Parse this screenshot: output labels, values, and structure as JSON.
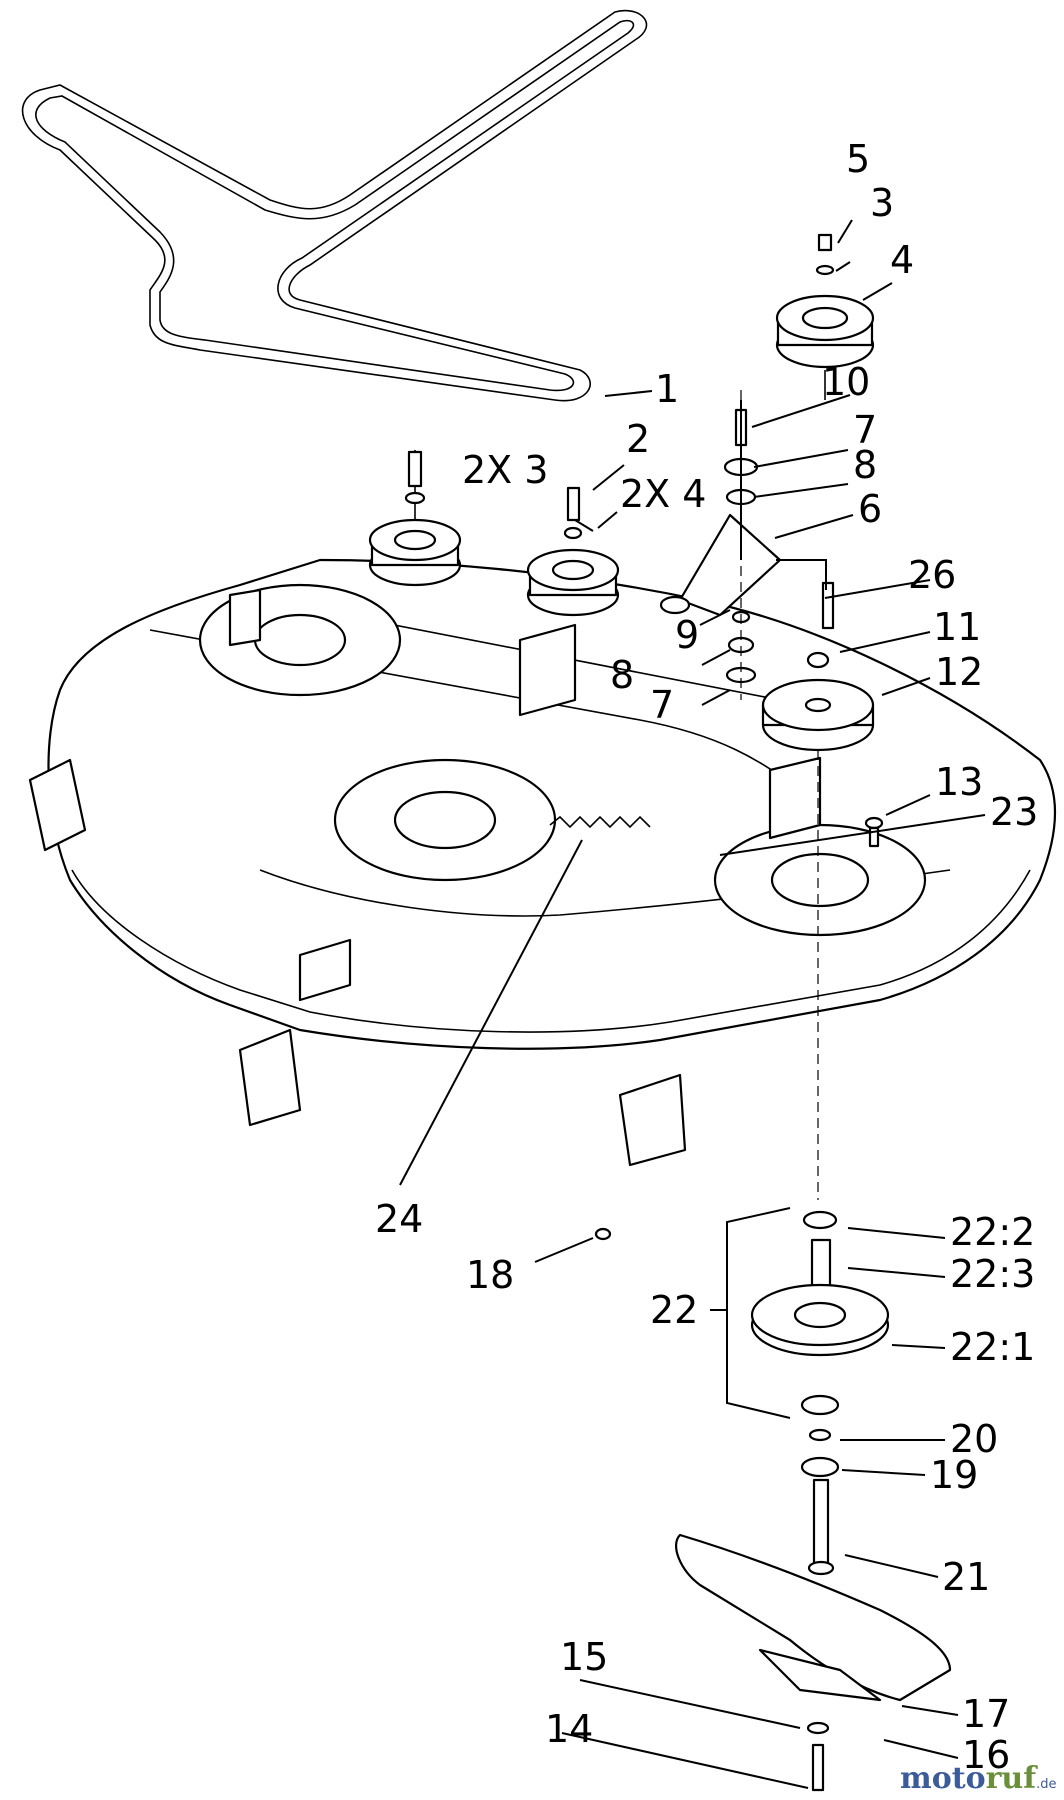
{
  "labels": {
    "p1": "1",
    "p2": "2",
    "p2x3": "2X 3",
    "p2x4": "2X 4",
    "p3": "3",
    "p4": "4",
    "p5": "5",
    "p6": "6",
    "p7a": "7",
    "p7b": "7",
    "p8a": "8",
    "p8b": "8",
    "p9": "9",
    "p10": "10",
    "p11": "11",
    "p12": "12",
    "p13": "13",
    "p14": "14",
    "p15": "15",
    "p16": "16",
    "p17": "17",
    "p18": "18",
    "p19": "19",
    "p20": "20",
    "p21": "21",
    "p22": "22",
    "p22_1": "22:1",
    "p22_2": "22:2",
    "p22_3": "22:3",
    "p23": "23",
    "p24": "24",
    "p26": "26"
  },
  "watermark": {
    "part1": "moto",
    "part2": "ruf",
    "suffix": ".de"
  }
}
